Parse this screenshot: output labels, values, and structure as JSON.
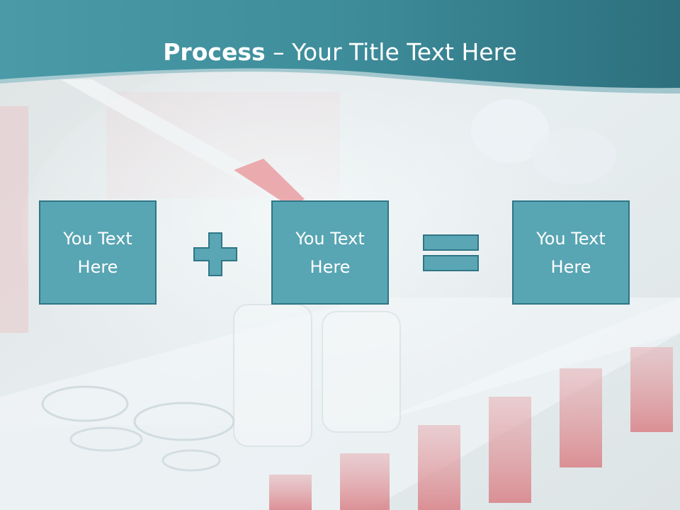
{
  "slide": {
    "title_bold": "Process",
    "title_rest": " – Your Title Text Here"
  },
  "process": {
    "boxes": [
      {
        "label": "You Text Here"
      },
      {
        "label": "You Text Here"
      },
      {
        "label": "You Text Here"
      }
    ],
    "operators": [
      "plus-icon",
      "equals-icon"
    ]
  },
  "colors": {
    "header": "#3c8a99",
    "box_fill": "#58a5b3",
    "box_border": "#2f7686",
    "operator_fill": "#5aa6b4"
  }
}
